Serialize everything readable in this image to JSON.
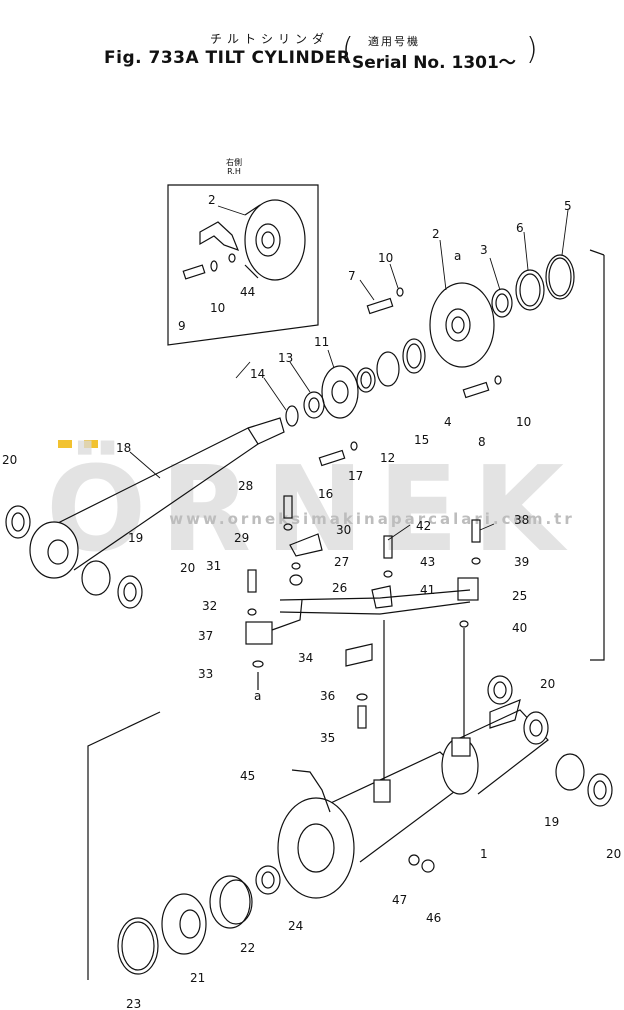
{
  "header": {
    "jp_title": "チルトシリンダ",
    "jp_note": "適用号機",
    "figure_title": "Fig. 733A TILT CYLINDER",
    "serial": "Serial No. 1301～"
  },
  "inset": {
    "jp_label": "右側",
    "side_label": "R.H"
  },
  "watermark": {
    "brand": "ÖRNEK",
    "url": "www.orneksimakinaparcalari.com.tr"
  },
  "parts": [
    {
      "id": "p2a",
      "num": "2"
    },
    {
      "id": "p44",
      "num": "44"
    },
    {
      "id": "p10a",
      "num": "10"
    },
    {
      "id": "p9",
      "num": "9"
    },
    {
      "id": "p2b",
      "num": "2"
    },
    {
      "id": "pa1",
      "num": "a"
    },
    {
      "id": "p3",
      "num": "3"
    },
    {
      "id": "p6",
      "num": "6"
    },
    {
      "id": "p5",
      "num": "5"
    },
    {
      "id": "p7",
      "num": "7"
    },
    {
      "id": "p10b",
      "num": "10"
    },
    {
      "id": "p10c",
      "num": "10"
    },
    {
      "id": "p11",
      "num": "11"
    },
    {
      "id": "p13",
      "num": "13"
    },
    {
      "id": "p14",
      "num": "14"
    },
    {
      "id": "p4",
      "num": "4"
    },
    {
      "id": "p15",
      "num": "15"
    },
    {
      "id": "p12",
      "num": "12"
    },
    {
      "id": "p8",
      "num": "8"
    },
    {
      "id": "p16",
      "num": "16"
    },
    {
      "id": "p17",
      "num": "17"
    },
    {
      "id": "p18",
      "num": "18"
    },
    {
      "id": "p20a",
      "num": "20"
    },
    {
      "id": "p19a",
      "num": "19"
    },
    {
      "id": "p20b",
      "num": "20"
    },
    {
      "id": "p28",
      "num": "28"
    },
    {
      "id": "p29",
      "num": "29"
    },
    {
      "id": "p30",
      "num": "30"
    },
    {
      "id": "p27",
      "num": "27"
    },
    {
      "id": "p26",
      "num": "26"
    },
    {
      "id": "p42",
      "num": "42"
    },
    {
      "id": "p43",
      "num": "43"
    },
    {
      "id": "p41",
      "num": "41"
    },
    {
      "id": "p38",
      "num": "38"
    },
    {
      "id": "p39",
      "num": "39"
    },
    {
      "id": "p25",
      "num": "25"
    },
    {
      "id": "p40",
      "num": "40"
    },
    {
      "id": "p31",
      "num": "31"
    },
    {
      "id": "p32",
      "num": "32"
    },
    {
      "id": "p37",
      "num": "37"
    },
    {
      "id": "p33",
      "num": "33"
    },
    {
      "id": "pa2",
      "num": "a"
    },
    {
      "id": "p34",
      "num": "34"
    },
    {
      "id": "p36",
      "num": "36"
    },
    {
      "id": "p35",
      "num": "35"
    },
    {
      "id": "p20c",
      "num": "20"
    },
    {
      "id": "p45",
      "num": "45"
    },
    {
      "id": "p1",
      "num": "1"
    },
    {
      "id": "p47",
      "num": "47"
    },
    {
      "id": "p46",
      "num": "46"
    },
    {
      "id": "p19b",
      "num": "19"
    },
    {
      "id": "p20d",
      "num": "20"
    },
    {
      "id": "p24",
      "num": "24"
    },
    {
      "id": "p22",
      "num": "22"
    },
    {
      "id": "p21",
      "num": "21"
    },
    {
      "id": "p23",
      "num": "23"
    }
  ],
  "colors": {
    "ink": "#111111",
    "watermark": "#d9d9d9",
    "watermark_accent": "#f2c230"
  }
}
